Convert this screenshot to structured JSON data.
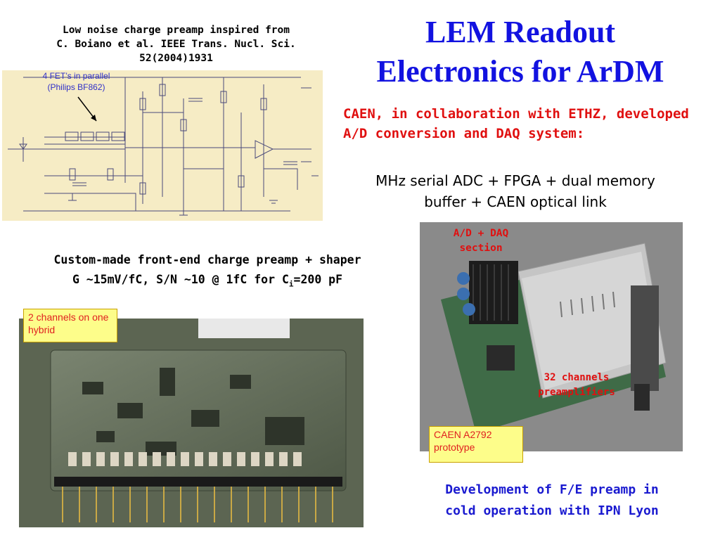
{
  "title": {
    "line1": "LEM Readout",
    "line2": "Electronics for ArDM"
  },
  "schematic": {
    "caption_line1": "Low noise charge preamp inspired from",
    "caption_line2": "C. Boiano et al. IEEE Trans. Nucl. Sci.",
    "caption_line3": "52(2004)1931",
    "fet_label_line1": "4 FET’s in parallel",
    "fet_label_line2": "(Philips BF862)"
  },
  "caen": {
    "red_text": "CAEN, in collaboration with ETHZ, developed A/D conversion and DAQ system:",
    "black_line1": "MHz serial ADC + FPGA + dual memory",
    "black_line2": "buffer + CAEN optical link"
  },
  "frontend": {
    "line1": "Custom-made front-end charge preamp + shaper",
    "line2_pre": "G ~15mV/fC, S/N ~10 @ 1fC for C",
    "line2_sub": "i",
    "line2_post": "=200 pF"
  },
  "labels": {
    "hybrid": "2 channels on one hybrid",
    "ad_daq_line1": "A/D + DAQ",
    "ad_daq_line2": "section",
    "ch32_line1": "32 channels",
    "ch32_line2": "preamplifiers",
    "a2792_line1": "CAEN A2792",
    "a2792_line2": "prototype"
  },
  "development": {
    "line1": "Development of F/E preamp in",
    "line2": "cold operation with IPN Lyon"
  },
  "colors": {
    "title_blue": "#1212e0",
    "caen_red": "#e01010",
    "label_yellow": "#fdfd8a",
    "schematic_bg": "#f6ecc5"
  }
}
